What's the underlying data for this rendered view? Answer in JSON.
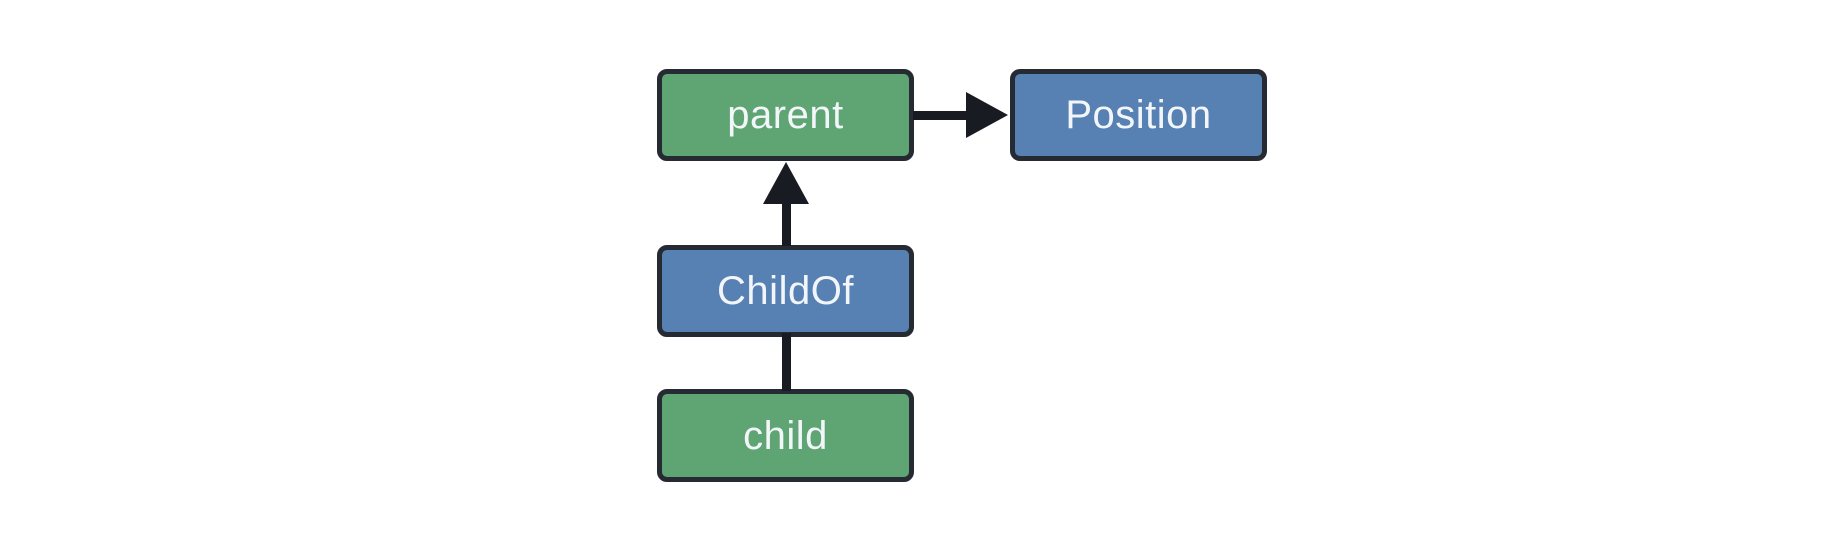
{
  "diagram": {
    "type": "flowchart",
    "style": {
      "background": "#ffffff",
      "border_color": "#252a33",
      "edge_color": "#181b21",
      "text_color": "#f2f5f9",
      "entity_fill": "#5fa573",
      "component_fill": "#5781b3"
    },
    "nodes": [
      {
        "id": "parent",
        "label": "parent",
        "fill": "#5fa573"
      },
      {
        "id": "Position",
        "label": "Position",
        "fill": "#5781b3"
      },
      {
        "id": "ChildOf",
        "label": "ChildOf",
        "fill": "#5781b3"
      },
      {
        "id": "child",
        "label": "child",
        "fill": "#5fa573"
      }
    ],
    "edges": [
      {
        "from": "parent",
        "to": "Position",
        "arrow": "right"
      },
      {
        "from": "ChildOf",
        "to": "parent",
        "arrow": "up"
      },
      {
        "from": "child",
        "to": "ChildOf",
        "arrow": "none"
      }
    ]
  }
}
